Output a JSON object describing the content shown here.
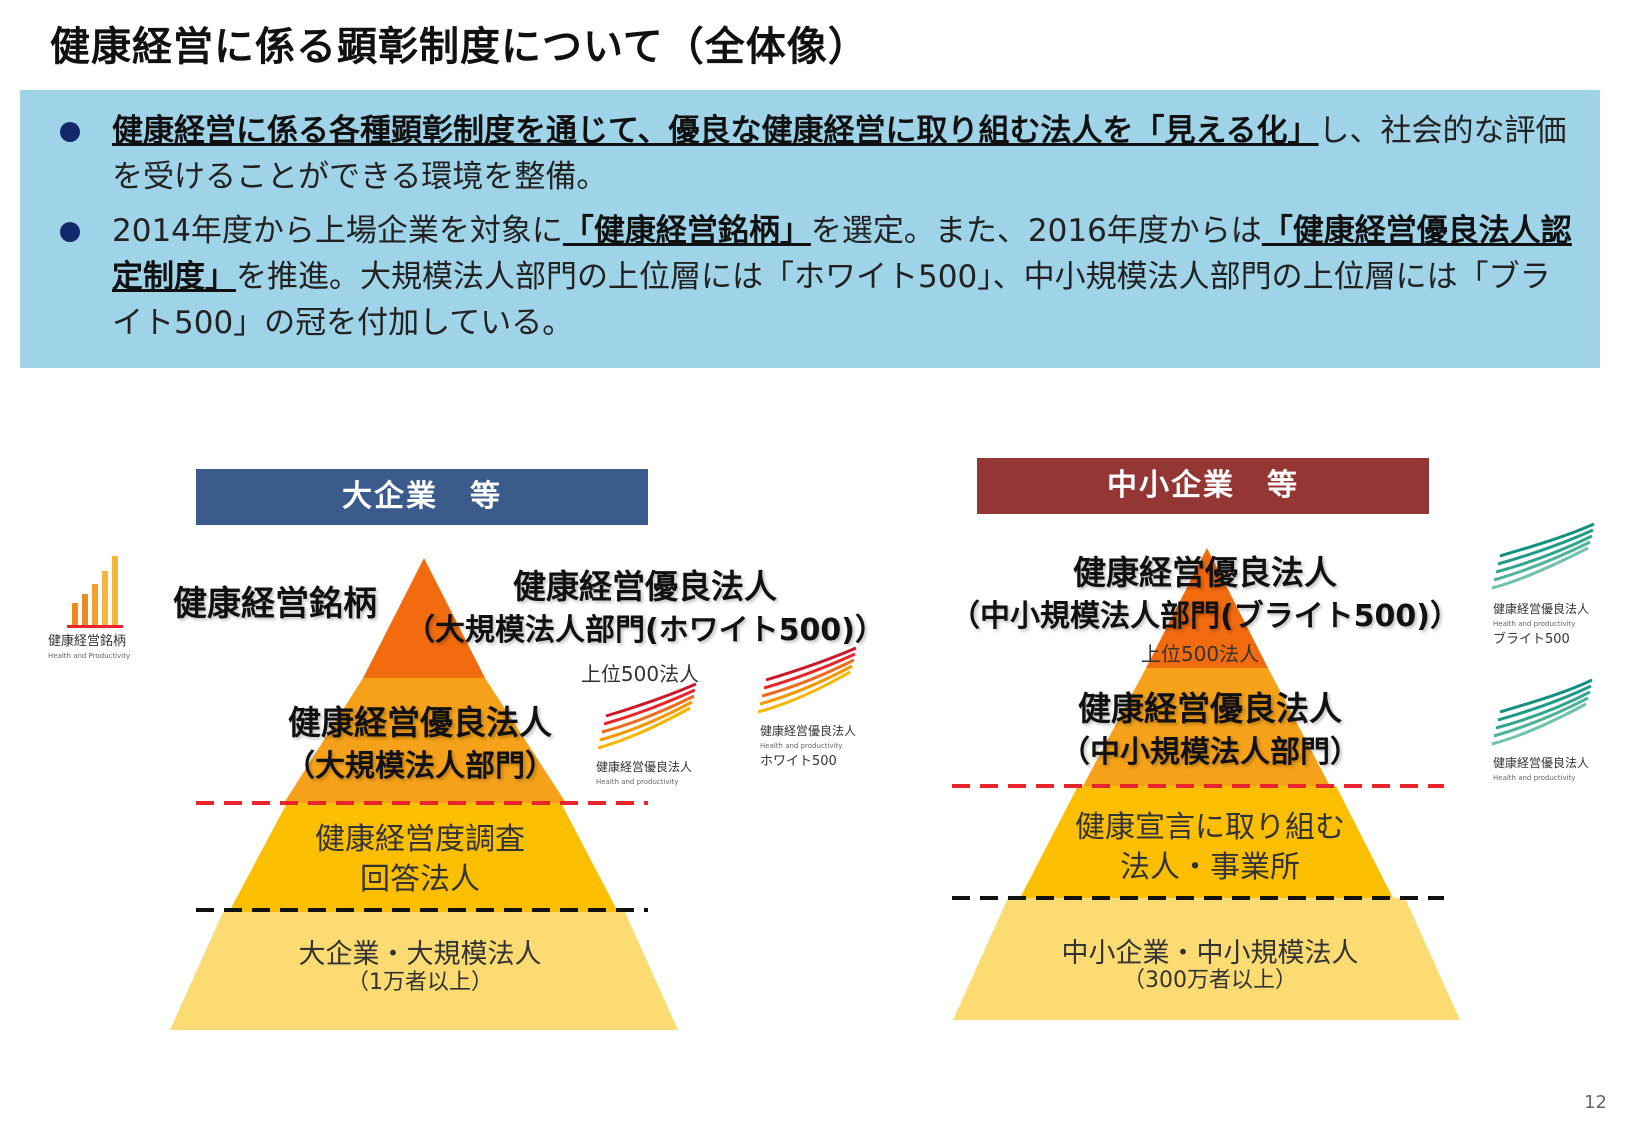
{
  "title": "健康経営に係る顕彰制度について（全体像）",
  "summary": {
    "bullet1": {
      "emph": "健康経営に係る各種顕彰制度を通じて、優良な健康経営に取り組む法人を「見える化」",
      "rest": "し、社会的な評価を受けることができる環境を整備。"
    },
    "bullet2": {
      "part1": "2014年度から上場企業を対象に",
      "emph1": "「健康経営銘柄」",
      "part2": "を選定。また、2016年度からは",
      "emph2": "「健康経営優良法人認定制度」",
      "part3": "を推進。大規模法人部門の上位層には「ホワイト500」、中小規模法人部門の上位層には「ブライト500」の冠を付加している。"
    }
  },
  "large": {
    "header": "大企業　等",
    "meigara": "健康経営銘柄",
    "white_line1": "健康経営優良法人",
    "white_line2": "（大規模法人部門(ホワイト500)）",
    "top500": "上位500法人",
    "yuryo_line1": "健康経営優良法人",
    "yuryo_line2": "（大規模法人部門）",
    "survey_line1": "健康経営度調査",
    "survey_line2": "回答法人",
    "base_line1": "大企業・大規模法人",
    "base_line2": "（1万者以上）"
  },
  "sme": {
    "header": "中小企業　等",
    "bright_line1": "健康経営優良法人",
    "bright_line2": "（中小規模法人部門(ブライト500)）",
    "top500": "上位500法人",
    "yuryo_line1": "健康経営優良法人",
    "yuryo_line2": "（中小規模法人部門）",
    "declare_line1": "健康宣言に取り組む",
    "declare_line2": "法人・事業所",
    "base_line1": "中小企業・中小規模法人",
    "base_line2": "（300万者以上）"
  },
  "logos": {
    "meigara": {
      "title": "健康経営銘柄",
      "sub": "Health and Productivity"
    },
    "yuryo_large": {
      "title": "健康経営優良法人",
      "sub": "Health and productivity"
    },
    "white500": {
      "title": "健康経営優良法人",
      "sub": "Health and productivity",
      "badge": "ホワイト500"
    },
    "bright500": {
      "title": "健康経営優良法人",
      "sub": "Health and productivity",
      "badge": "ブライト500"
    },
    "yuryo_sme": {
      "title": "健康経営優良法人",
      "sub": "Health and productivity"
    }
  },
  "colors": {
    "large_header": "#3a5b8c",
    "sme_header": "#943634",
    "tier_top": "#f26b0f",
    "tier_second": "#f5a21a",
    "tier_third": "#fbbf00",
    "tier_base": "#fbdb72",
    "red_dash": "#e8242c",
    "black_dash": "#111111"
  },
  "page_number": "12"
}
